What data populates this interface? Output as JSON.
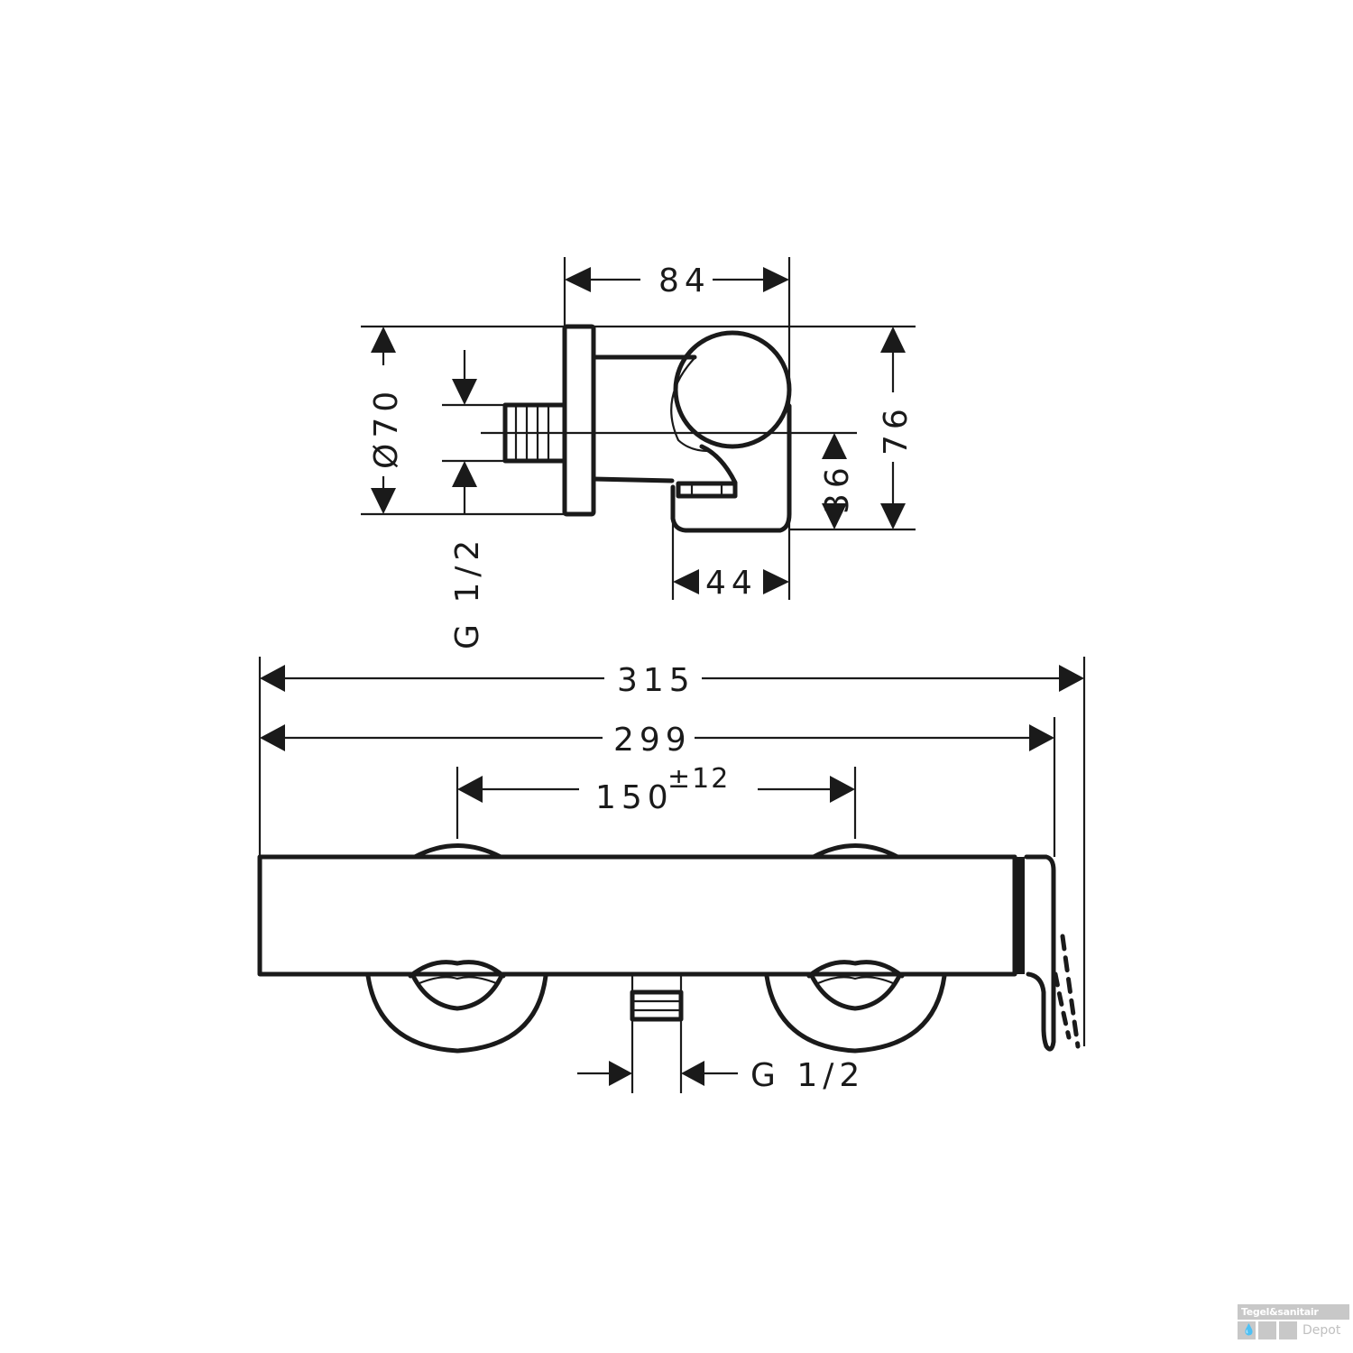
{
  "drawing": {
    "title": "Wall-mounted shower mixer dimension drawing",
    "stroke_color": "#1a1a1a",
    "background_color": "#ffffff",
    "side_view": {
      "dimensions": {
        "width_top": "84",
        "diameter": "Ø70",
        "height_right": "76",
        "outlet_height": "36",
        "outlet_width": "44",
        "thread": "G 1/2"
      }
    },
    "front_view": {
      "dimensions": {
        "overall_length": "315",
        "body_length": "299",
        "center_distance": "150",
        "center_tolerance": "±12",
        "outlet_thread": "G 1/2"
      }
    }
  },
  "watermark": {
    "line1": "Tegel&sanitair",
    "line2": "Depot",
    "icon": "water-drop-icon",
    "color": "#c8c8c8"
  }
}
